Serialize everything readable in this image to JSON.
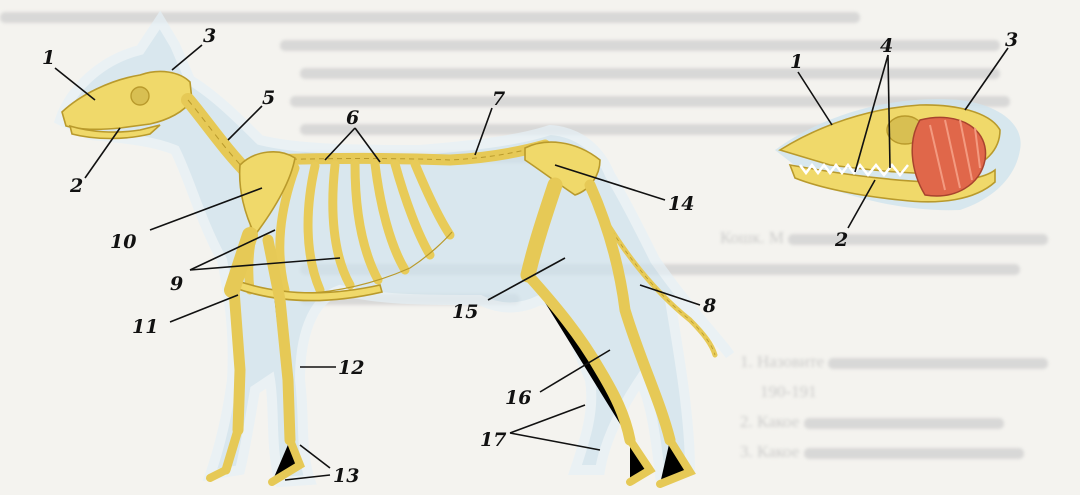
{
  "figure": {
    "labels": [
      {
        "id": "dog-1",
        "text": "1"
      },
      {
        "id": "dog-2",
        "text": "2"
      },
      {
        "id": "dog-3",
        "text": "3"
      },
      {
        "id": "dog-5",
        "text": "5"
      },
      {
        "id": "dog-6",
        "text": "6"
      },
      {
        "id": "dog-7",
        "text": "7"
      },
      {
        "id": "dog-8",
        "text": "8"
      },
      {
        "id": "dog-9",
        "text": "9"
      },
      {
        "id": "dog-10",
        "text": "10"
      },
      {
        "id": "dog-11",
        "text": "11"
      },
      {
        "id": "dog-12",
        "text": "12"
      },
      {
        "id": "dog-13",
        "text": "13"
      },
      {
        "id": "dog-14",
        "text": "14"
      },
      {
        "id": "dog-15",
        "text": "15"
      },
      {
        "id": "dog-16",
        "text": "16"
      },
      {
        "id": "dog-17",
        "text": "17"
      },
      {
        "id": "skull-1",
        "text": "1"
      },
      {
        "id": "skull-2",
        "text": "2"
      },
      {
        "id": "skull-3",
        "text": "3"
      },
      {
        "id": "skull-4",
        "text": "4"
      }
    ],
    "colors": {
      "bone": "#f0d96a",
      "bone_outline": "#b99a2c",
      "silhouette": "#cfe3ee",
      "muscle": "#e0674a",
      "label": "#111111"
    }
  },
  "background_text": {
    "caption_start": "Кошк. М",
    "questions": [
      "1. Назовите",
      "2. Какое",
      "3. Какое"
    ],
    "year_ref": "190-191"
  }
}
